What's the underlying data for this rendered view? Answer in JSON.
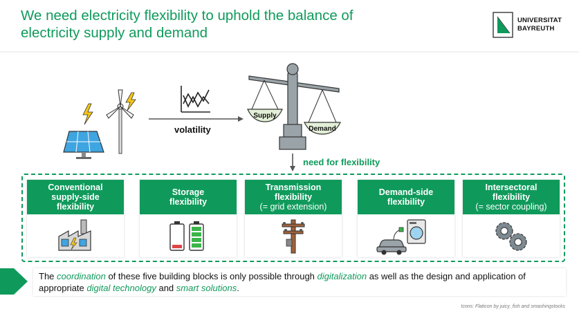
{
  "title": {
    "line1": "We need electricity flexibility to uphold the balance of",
    "line2": "electricity supply and demand"
  },
  "logo": {
    "line1": "UNIVERSITAT",
    "line2": "BAYREUTH"
  },
  "diagram": {
    "volatility_label": "volatility",
    "supply_label": "Supply",
    "demand_label": "Demand",
    "need_label": "need for flexibility"
  },
  "cards": [
    {
      "title": [
        "Conventional",
        "supply-side",
        "flexibility"
      ],
      "subtitle": "",
      "icon": "factory-icon"
    },
    {
      "title": [
        "Storage",
        "flexibility"
      ],
      "subtitle": "",
      "icon": "battery-icon"
    },
    {
      "title": [
        "Transmission",
        "flexibility"
      ],
      "subtitle": "(= grid extension)",
      "icon": "power-pole-icon"
    },
    {
      "title": [
        "Demand-side",
        "flexibility"
      ],
      "subtitle": "",
      "icon": "car-washing-machine-icon"
    },
    {
      "title": [
        "Intersectoral",
        "flexibility"
      ],
      "subtitle": "(= sector coupling)",
      "icon": "gears-icon"
    }
  ],
  "bottom": {
    "p1": "The ",
    "e1": "coordination",
    "p2": " of these five building blocks is only possible through ",
    "e2": "digitalization",
    "p3": " as well as the design and application of appropriate ",
    "e3": "digital technology",
    "p4": " and ",
    "e4": "smart solutions",
    "p5": "."
  },
  "credit": "Icons: Flaticon by juicy_fish and smashingstocks",
  "colors": {
    "accent": "#0f9a5b"
  }
}
